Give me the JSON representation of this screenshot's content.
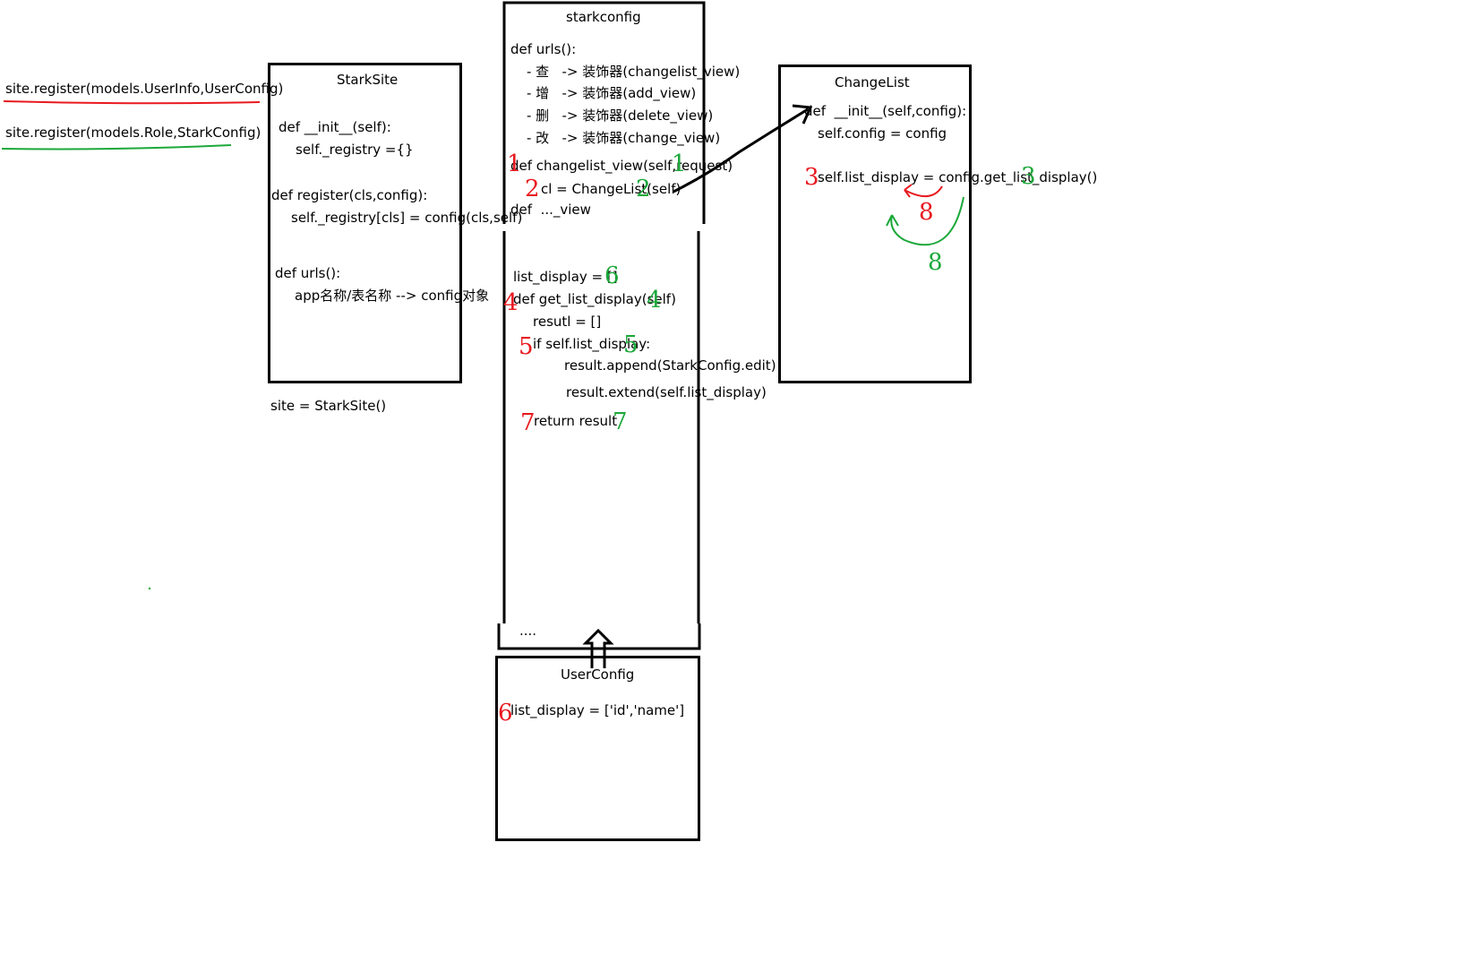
{
  "register_calls": {
    "user": "site.register(models.UserInfo,UserConfig)",
    "role": "site.register(models.Role,StarkConfig)"
  },
  "starksite": {
    "title": "StarkSite",
    "lines": [
      "def __init__(self):",
      "self._registry ={}",
      "def register(cls,config):",
      "self._registry[cls] = config(cls,self)",
      "def urls():",
      "app名称/表名称 --> config对象"
    ],
    "instance": "site = StarkSite()"
  },
  "starkconfig": {
    "title": "starkconfig",
    "urls_lines": [
      "def urls():",
      "- 查   -> 装饰器(changelist_view)",
      "- 增   -> 装饰器(add_view)",
      "- 删   -> 装饰器(delete_view)",
      "- 改   -> 装饰器(change_view)"
    ],
    "view_lines": [
      "def changelist_view(self,request)",
      "cl = ChangeList(self)",
      "def  ..._view"
    ],
    "list_lines": [
      "list_display = []",
      "def get_list_display(self)",
      "resutl = []",
      "if self.list_display:",
      "result.append(StarkConfig.edit)",
      "result.extend(self.list_display)",
      "return result"
    ],
    "ellipsis": "...."
  },
  "changelist": {
    "title": "ChangeList",
    "lines": [
      "def  __init__(self,config):",
      "self.config = config",
      "self.list_display = config.get_list_display()"
    ]
  },
  "userconfig": {
    "title": "UserConfig",
    "line": "list_display = ['id','name']"
  },
  "annotations": {
    "red": [
      "1",
      "2",
      "3",
      "4",
      "5",
      "6",
      "7",
      "8"
    ],
    "green": [
      "1",
      "2",
      "3",
      "4",
      "5",
      "6",
      "7",
      "8"
    ]
  },
  "colors": {
    "red": "#e8191f",
    "green": "#1ca83a",
    "stroke": "#000000"
  }
}
